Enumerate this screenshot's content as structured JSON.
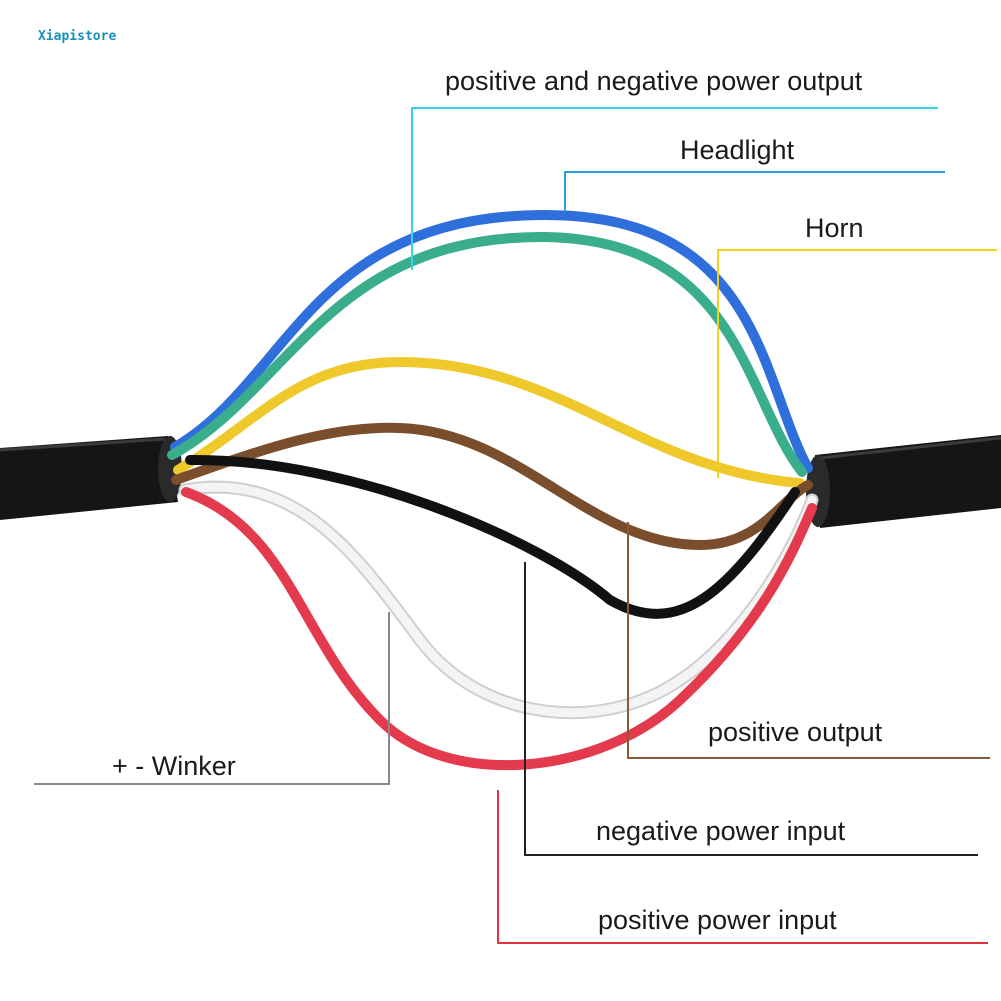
{
  "watermark": "Xiapistore",
  "labels": {
    "pn_output": "positive and negative power output",
    "headlight": "Headlight",
    "horn": "Horn",
    "positive_output": "positive output",
    "winker": "+ - Winker",
    "negative_input": "negative power input",
    "positive_input": "positive  power input"
  },
  "colors": {
    "cable": "#151515",
    "blue": "#2f6fdc",
    "green": "#3aad8c",
    "yellow": "#efc92b",
    "brown": "#7a4e2c",
    "black": "#111111",
    "white": "#f4f4f4",
    "red": "#e33a4e",
    "cyan_line": "#33d6ec",
    "headlight_line": "#2a9ed6",
    "horn_line": "#f1d21a",
    "brown_line": "#8a5a36",
    "gray_line": "#888888",
    "black_line": "#222222",
    "red_line": "#e2303f"
  }
}
